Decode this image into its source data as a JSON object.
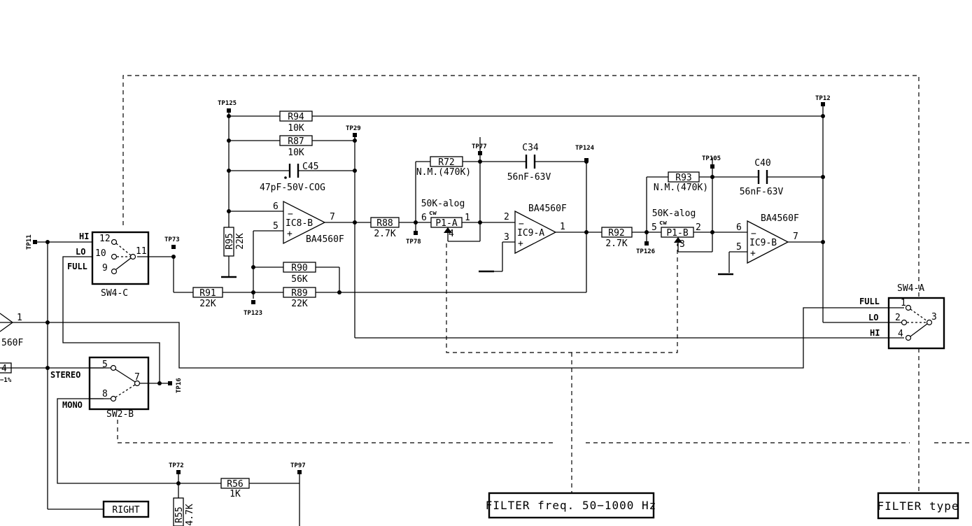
{
  "resistors": [
    {
      "ref": "R94",
      "value": "10K"
    },
    {
      "ref": "R87",
      "value": "10K"
    },
    {
      "ref": "R95",
      "value": "22K"
    },
    {
      "ref": "R88",
      "value": "2.7K"
    },
    {
      "ref": "R90",
      "value": "56K"
    },
    {
      "ref": "R91",
      "value": "22K"
    },
    {
      "ref": "R89",
      "value": "22K"
    },
    {
      "ref": "R72",
      "value": "N.M.(470K)"
    },
    {
      "ref": "R92",
      "value": "2.7K"
    },
    {
      "ref": "R93",
      "value": "N.M.(470K)"
    },
    {
      "ref": "R56",
      "value": "1K"
    },
    {
      "ref": "R55",
      "value": "4.7K"
    }
  ],
  "capacitors": [
    {
      "ref": "C45",
      "value": "47pF-50V-COG"
    },
    {
      "ref": "C34",
      "value": "56nF-63V"
    },
    {
      "ref": "C40",
      "value": "56nF-63V"
    }
  ],
  "opamps": [
    {
      "ref": "IC8-B",
      "part": "BA4560F"
    },
    {
      "ref": "IC9-A",
      "part": "BA4560F"
    },
    {
      "ref": "IC9-B",
      "part": "BA4560F"
    }
  ],
  "pots": [
    {
      "ref": "P1-A",
      "value": "50K-alog",
      "cw": "cw"
    },
    {
      "ref": "P1-B",
      "value": "50K-alog",
      "cw": "cw"
    }
  ],
  "pins": {
    "ic8_inv": "6",
    "ic8_noninv": "5",
    "ic8_out": "7",
    "ic9a_inv": "2",
    "ic9a_noninv": "3",
    "ic9a_out": "1",
    "ic9b_inv": "6",
    "ic9b_noninv": "5",
    "ic9b_out": "7",
    "p1a_left": "6",
    "p1a_right": "1",
    "p1a_wiper": "4",
    "p1b_left": "5",
    "p1b_right": "2",
    "p1b_wiper": "3",
    "minus": "−",
    "plus": "+"
  },
  "switches": {
    "sw4c": {
      "name": "SW4-C",
      "hi": "HI",
      "lo": "LO",
      "full": "FULL",
      "p_hi": "12",
      "p_lo": "10",
      "p_full": "9",
      "p_com": "11"
    },
    "sw2b": {
      "name": "SW2-B",
      "stereo": "STEREO",
      "mono": "MONO",
      "p_stereo": "5",
      "p_mono": "8",
      "p_com": "7"
    },
    "sw4a": {
      "name": "SW4-A",
      "full": "FULL",
      "lo": "LO",
      "hi": "HI",
      "p_full": "1",
      "p_lo": "2",
      "p_hi": "4",
      "p_com": "3"
    }
  },
  "testpoints": [
    "TP125",
    "TP29",
    "TP77",
    "TP124",
    "TP105",
    "TP12",
    "TP11",
    "TP73",
    "TP78",
    "TP123",
    "TP126",
    "TP16",
    "TP72",
    "TP97"
  ],
  "left_edge": {
    "pin1": "1",
    "opamp_part": "560F",
    "res_value": "4",
    "res_tol": "−1%"
  },
  "labels": {
    "right": "RIGHT",
    "filter_freq": "FILTER freq. 50−1000 Hz",
    "filter_type": "FILTER type"
  }
}
